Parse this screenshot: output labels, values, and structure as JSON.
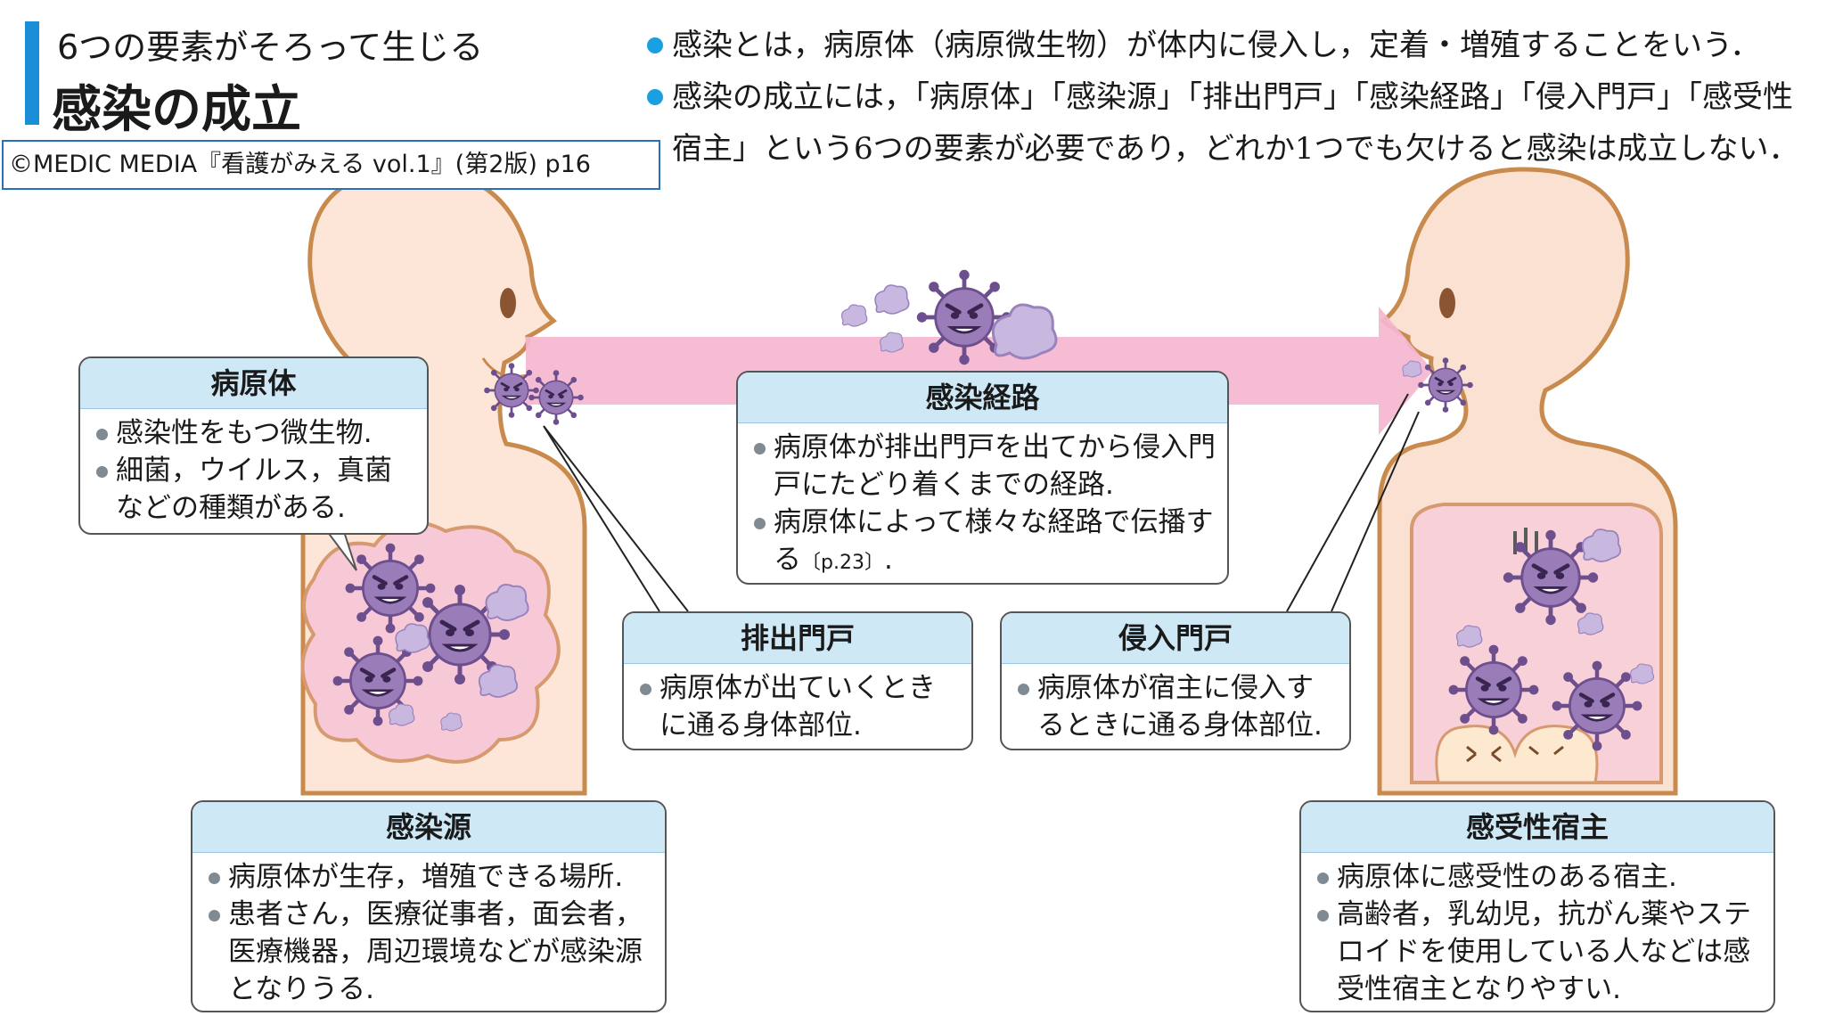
{
  "header": {
    "subtitle": "6つの要素がそろって生じる",
    "title": "感染の成立",
    "credit": "©MEDIC MEDIA『看護がみえる vol.1』(第2版) p16"
  },
  "intro": [
    "感染とは，病原体（病原微生物）が体内に侵入し，定着・増殖することをいう．",
    "感染の成立には，「病原体」「感染源」「排出門戸」「感染経路」「侵入門戸」「感受性宿主」という6つの要素が必要であり，どれか1つでも欠けると感染は成立しない．"
  ],
  "boxes": {
    "pathogen": {
      "title": "病原体",
      "items": [
        "感染性をもつ微生物.",
        "細菌，ウイルス，真菌などの種類がある."
      ]
    },
    "route": {
      "title": "感染経路",
      "items": [
        "病原体が排出門戸を出てから侵入門戸にたどり着くまでの経路."
      ],
      "item2": "病原体によって様々な経路で伝播する",
      "ref": "〔p.23〕",
      "item2_end": "."
    },
    "exit": {
      "title": "排出門戸",
      "items": [
        "病原体が出ていくときに通る身体部位."
      ]
    },
    "entry": {
      "title": "侵入門戸",
      "items": [
        "病原体が宿主に侵入するときに通る身体部位."
      ]
    },
    "source": {
      "title": "感染源",
      "items": [
        "病原体が生存，増殖できる場所.",
        "患者さん，医療従事者，面会者，医療機器，周辺環境などが感染源となりうる."
      ]
    },
    "host": {
      "title": "感受性宿主",
      "items": [
        "病原体に感受性のある宿主.",
        "高齢者，乳幼児，抗がん薬やステロイドを使用している人などは感受性宿主となりやすい."
      ]
    }
  },
  "colors": {
    "accent": "#1a8fd8",
    "box_header": "#cfe8f6",
    "skin": "#fde6d8",
    "outline": "#c98a4e",
    "arrow": "#f4b6cf",
    "virus": "#9a7cb8"
  }
}
